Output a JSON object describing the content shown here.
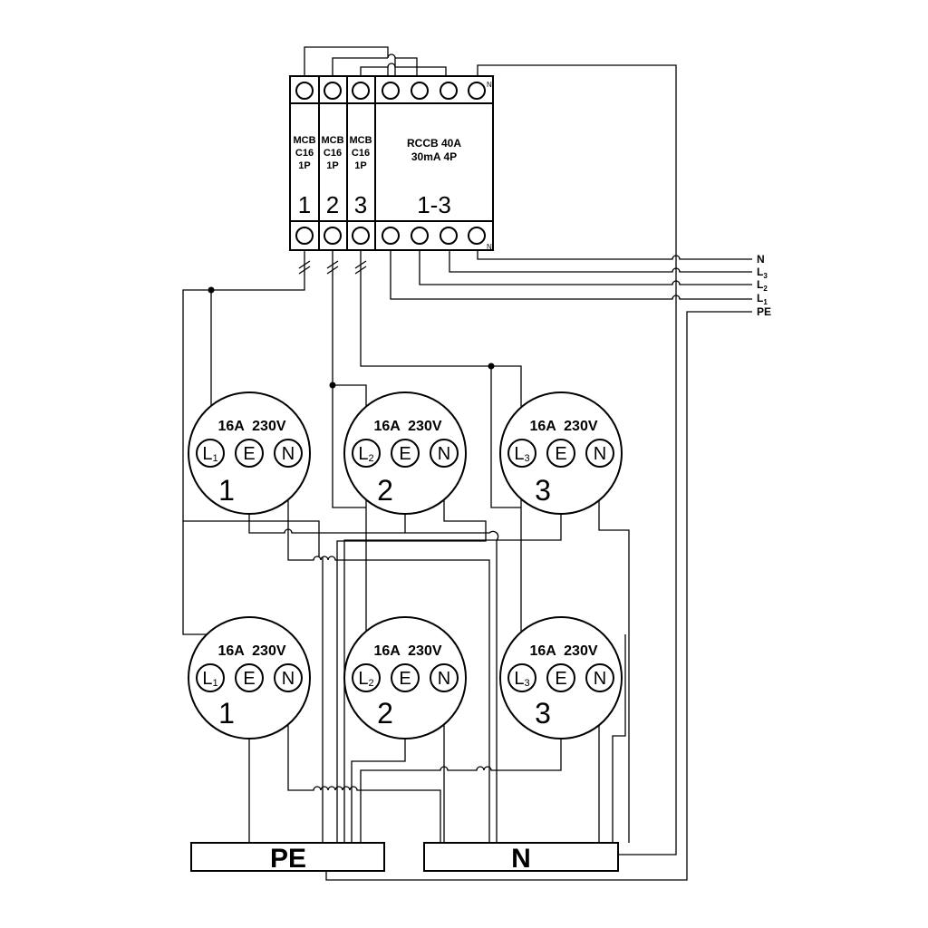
{
  "panel": {
    "breakers": [
      {
        "lines": [
          "MCB",
          "C16",
          "1P"
        ],
        "number": "1"
      },
      {
        "lines": [
          "MCB",
          "C16",
          "1P"
        ],
        "number": "2"
      },
      {
        "lines": [
          "MCB",
          "C16",
          "1P"
        ],
        "number": "3"
      }
    ],
    "rccb": {
      "lines": [
        "RCCB 40A",
        "30mA 4P"
      ],
      "number": "1-3"
    },
    "n_mark": "N"
  },
  "supply": {
    "lines": [
      {
        "main": "N",
        "sub": ""
      },
      {
        "main": "L",
        "sub": "3"
      },
      {
        "main": "L",
        "sub": "2"
      },
      {
        "main": "L",
        "sub": "1"
      },
      {
        "main": "PE",
        "sub": ""
      }
    ]
  },
  "sockets": [
    {
      "rating": "16A  230V",
      "phase": {
        "main": "L",
        "sub": "1"
      },
      "earth": "E",
      "neutral": "N",
      "number": "1"
    },
    {
      "rating": "16A  230V",
      "phase": {
        "main": "L",
        "sub": "2"
      },
      "earth": "E",
      "neutral": "N",
      "number": "2"
    },
    {
      "rating": "16A  230V",
      "phase": {
        "main": "L",
        "sub": "3"
      },
      "earth": "E",
      "neutral": "N",
      "number": "3"
    },
    {
      "rating": "16A  230V",
      "phase": {
        "main": "L",
        "sub": "1"
      },
      "earth": "E",
      "neutral": "N",
      "number": "1"
    },
    {
      "rating": "16A  230V",
      "phase": {
        "main": "L",
        "sub": "2"
      },
      "earth": "E",
      "neutral": "N",
      "number": "2"
    },
    {
      "rating": "16A  230V",
      "phase": {
        "main": "L",
        "sub": "3"
      },
      "earth": "E",
      "neutral": "N",
      "number": "3"
    }
  ],
  "bars": {
    "pe": "PE",
    "n": "N"
  }
}
